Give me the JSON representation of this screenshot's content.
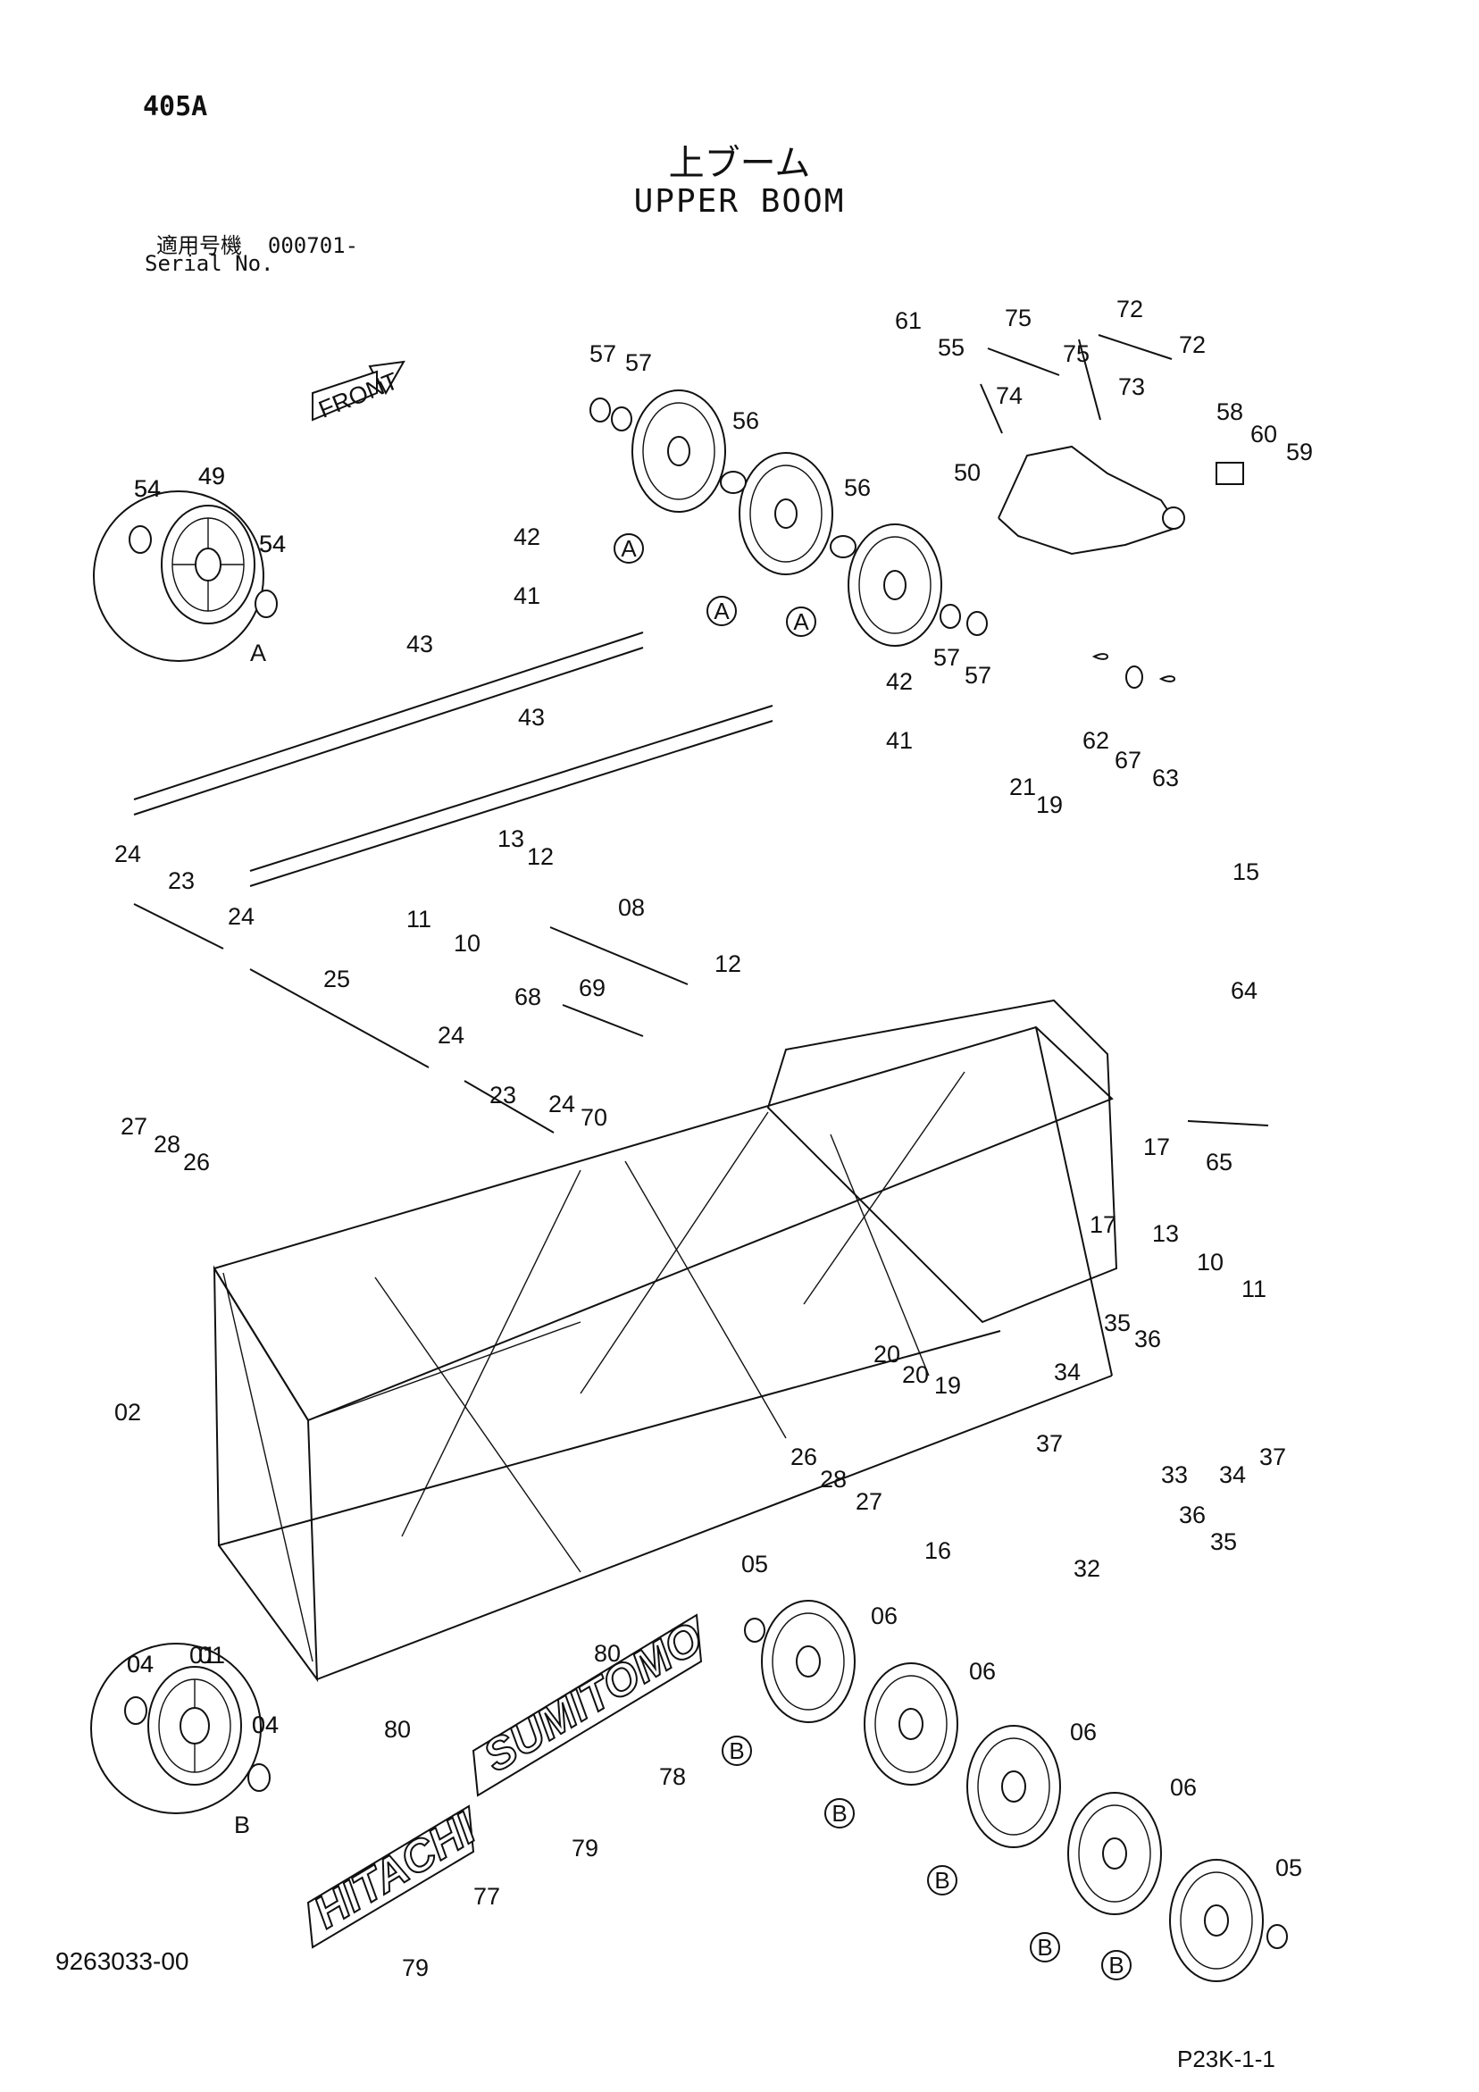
{
  "header": {
    "page_code": "405A",
    "title_ja": "上ブーム",
    "title_en": "UPPER BOOM",
    "serial_label_ja": "適用号機",
    "serial_from": "000701-",
    "serial_label_en": "Serial No."
  },
  "footer": {
    "document_code": "9263033-00",
    "page_ref": "P23K-1-1"
  },
  "direction_arrow": {
    "label": "FRONT"
  },
  "detail_views": {
    "a": {
      "letter": "A",
      "part_labels": [
        "54",
        "49",
        "54"
      ]
    },
    "b": {
      "letter": "B",
      "part_labels": [
        "04",
        "01",
        "04"
      ]
    }
  },
  "sheave_markers": {
    "a": "A",
    "b": "B"
  },
  "brand_plates": {
    "upper": "SUMITOMO",
    "lower": "HITACHI"
  },
  "part_callouts": [
    "01",
    "02",
    "04",
    "05",
    "06",
    "08",
    "10",
    "11",
    "12",
    "13",
    "15",
    "16",
    "17",
    "19",
    "20",
    "21",
    "23",
    "24",
    "25",
    "26",
    "27",
    "28",
    "32",
    "33",
    "34",
    "35",
    "36",
    "37",
    "41",
    "42",
    "43",
    "49",
    "50",
    "54",
    "55",
    "56",
    "57",
    "58",
    "59",
    "60",
    "61",
    "62",
    "63",
    "64",
    "65",
    "67",
    "68",
    "69",
    "70",
    "72",
    "73",
    "74",
    "75",
    "77",
    "78",
    "79",
    "80"
  ]
}
